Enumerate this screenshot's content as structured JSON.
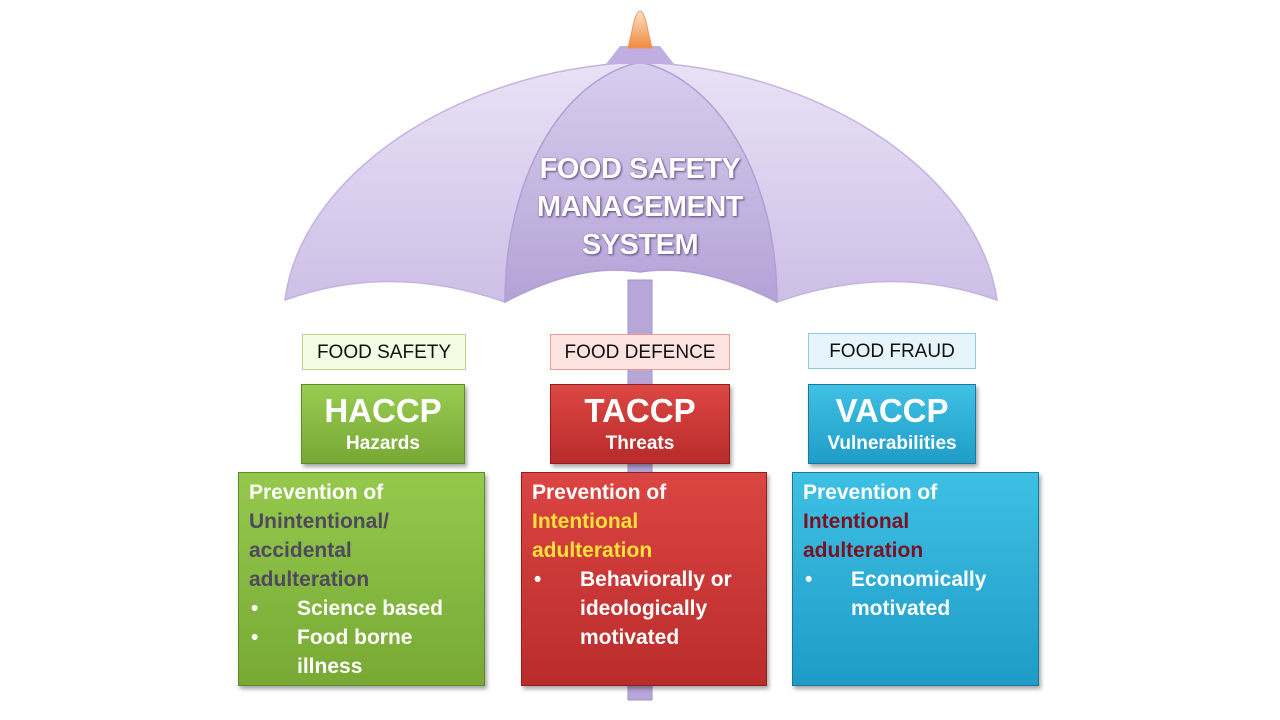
{
  "umbrella": {
    "title_lines": [
      "FOOD SAFETY",
      "MANAGEMENT",
      "SYSTEM"
    ],
    "colors": {
      "canopy": "#dcd2ee",
      "canopy_center": "#c6b7e0",
      "pole": "#b9a8d8",
      "tip": "#f5a35d"
    }
  },
  "columns": [
    {
      "label": "FOOD SAFETY",
      "acronym": "HACCP",
      "subtitle": "Hazards",
      "desc_lines": [
        "Prevention of",
        "Unintentional/",
        "accidental",
        "adulteration"
      ],
      "bullets": [
        [
          "Science based"
        ],
        [
          "Food borne",
          "illness"
        ]
      ],
      "colors": {
        "box": "#88bb44",
        "label_bg": "#f3fbe2",
        "highlight": "#4e4a5e"
      }
    },
    {
      "label": "FOOD DEFENCE",
      "acronym": "TACCP",
      "subtitle": "Threats",
      "desc_lines": [
        "Prevention of",
        "Intentional",
        "adulteration"
      ],
      "bullets": [
        [
          "Behaviorally or",
          "ideologically",
          "motivated"
        ]
      ],
      "colors": {
        "box": "#c83636",
        "label_bg": "#fde3e0",
        "highlight": "#ffe23a"
      }
    },
    {
      "label": "FOOD FRAUD",
      "acronym": "VACCP",
      "subtitle": "Vulnerabilities",
      "desc_lines": [
        "Prevention of",
        "Intentional",
        "adulteration"
      ],
      "bullets": [
        [
          "Economically",
          "motivated"
        ]
      ],
      "colors": {
        "box": "#2faed6",
        "label_bg": "#e6f5fc",
        "highlight": "#7a1022"
      }
    }
  ],
  "bullet_char": "•"
}
